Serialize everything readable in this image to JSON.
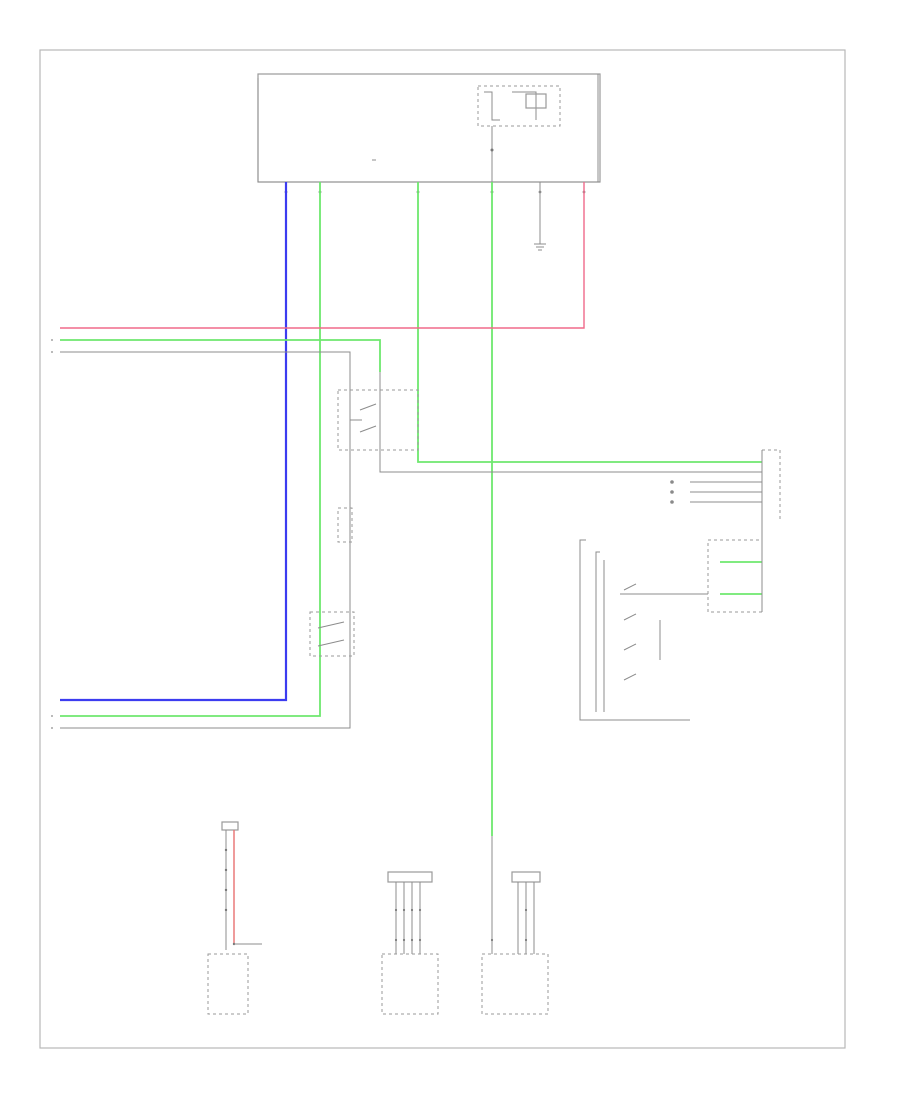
{
  "page_label": "",
  "colors": {
    "frame": "#b8b8b8",
    "wire_gray": "#8c8c8c",
    "wire_blue": "#3c3cf0",
    "wire_green": "#6ee86e",
    "wire_pink": "#f06a8a",
    "wire_red": "#e87070"
  },
  "components": [
    {
      "id": "junction-block",
      "label": ""
    },
    {
      "id": "relay",
      "label": ""
    },
    {
      "id": "stoplight-switch",
      "label": ""
    },
    {
      "id": "combination-switch",
      "label": ""
    },
    {
      "id": "ecu-bottom-left",
      "label": ""
    },
    {
      "id": "ecu-bottom-center",
      "label": ""
    },
    {
      "id": "ecu-bottom-right",
      "label": ""
    }
  ]
}
